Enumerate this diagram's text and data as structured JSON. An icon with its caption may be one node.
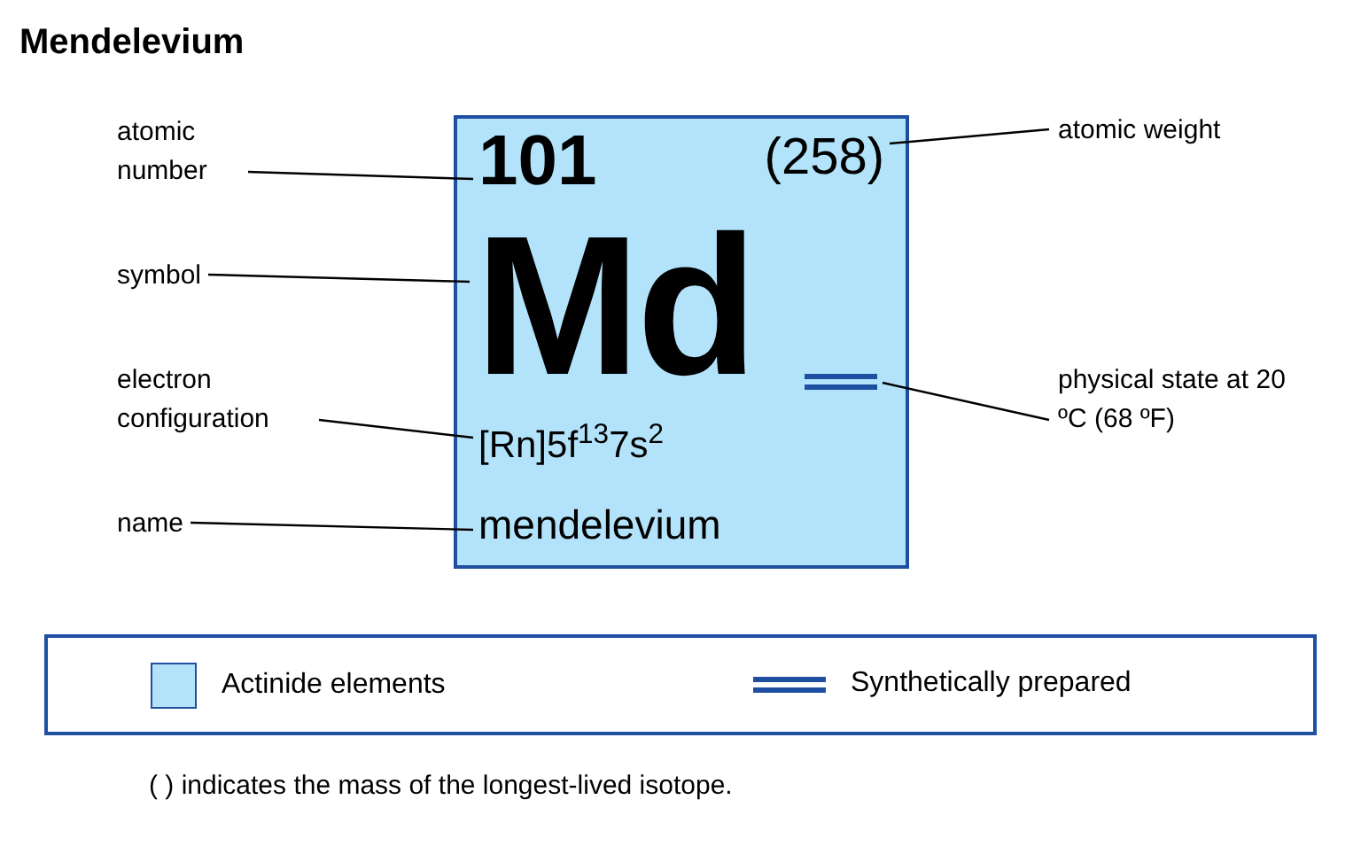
{
  "diagram": {
    "title": "Mendelevium",
    "nodes": [
      {
        "text": [],
        "shape": "box"
      },
      {
        "text": [
          "101"
        ],
        "in": 0
      },
      {
        "text": [
          "(258)"
        ],
        "in": 0
      },
      {
        "text": [
          "Md"
        ],
        "in": 0
      },
      {
        "text": [],
        "shape": "bar",
        "in": 0
      },
      {
        "text": [
          "[Rn]5f$^{13}$7s$^{2}$"
        ],
        "in": 0
      },
      {
        "text": [
          "mendelevium"
        ],
        "in": 0
      },
      {
        "text": [
          "atomic number"
        ]
      },
      {
        "text": [
          "symbol"
        ]
      },
      {
        "text": [
          "electron configuration"
        ]
      },
      {
        "text": [
          "name"
        ]
      },
      {
        "text": [
          "atomic weight"
        ]
      },
      {
        "text": [
          "physical state at 20 ºC (68 ºF)"
        ]
      }
    ],
    "edges": [
      {
        "from": 7,
        "to": 1,
        "arrow": "none"
      },
      {
        "from": 8,
        "to": 3,
        "arrow": "none"
      },
      {
        "from": 9,
        "to": 5,
        "arrow": "none"
      },
      {
        "from": 10,
        "to": 6,
        "arrow": "none"
      },
      {
        "from": 11,
        "to": 2,
        "arrow": "none"
      },
      {
        "from": 12,
        "to": 4,
        "arrow": "none"
      }
    ],
    "labels": [
      "( ) indicates the mass of the longest-lived isotope."
    ],
    "legend": [
      {
        "text": "Actinide elements",
        "color": "#b3e3fa"
      },
      {
        "text": "Synthetically prepared"
      }
    ]
  }
}
